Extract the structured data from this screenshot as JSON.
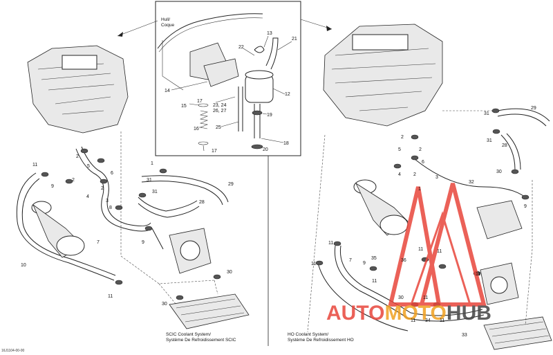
{
  "captions": {
    "scic_line1": "SCIC Coolant System/",
    "scic_line2": "Système De Refroidissement SCIC",
    "ho_line1": "HO Coolant System/",
    "ho_line2": "Système De Refroidissement HO",
    "hull_line1": "Hull/",
    "hull_line2": "Coque",
    "ref_code": "16J1104-00-00"
  },
  "watermark": {
    "text_red": "AUTO",
    "text_orange": "MOTO",
    "text_dark": "HUB",
    "color_red": "#e8463c",
    "color_orange": "#f0a020",
    "color_dark": "#444444"
  },
  "callouts": {
    "inset": [
      "13",
      "22",
      "21",
      "12",
      "19",
      "18",
      "20",
      "14",
      "15",
      "17",
      "23, 24",
      "26, 27",
      "16",
      "25",
      "17"
    ],
    "scic": [
      "11",
      "9",
      "2",
      "5",
      "6",
      "2",
      "4",
      "2",
      "1",
      "31",
      "31",
      "29",
      "3",
      "8",
      "28",
      "7",
      "9",
      "10",
      "11",
      "30",
      "30"
    ],
    "ho": [
      "31",
      "29",
      "2",
      "31",
      "28",
      "5",
      "2",
      "6",
      "30",
      "4",
      "2",
      "3",
      "32",
      "1",
      "9",
      "11",
      "11",
      "7",
      "36",
      "35",
      "11",
      "11",
      "9",
      "11",
      "30",
      "11",
      "11",
      "34",
      "11",
      "33",
      "11"
    ]
  }
}
